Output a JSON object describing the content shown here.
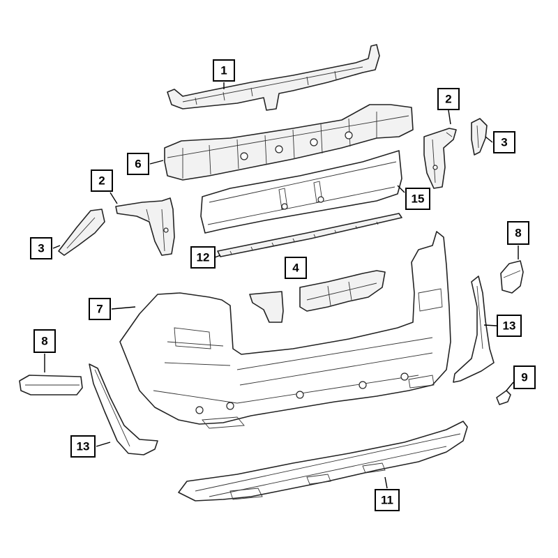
{
  "callouts": {
    "c1": "1",
    "c2a": "2",
    "c2b": "2",
    "c3a": "3",
    "c3b": "3",
    "c4": "4",
    "c6": "6",
    "c7": "7",
    "c8a": "8",
    "c8b": "8",
    "c9": "9",
    "c11": "11",
    "c12": "12",
    "c13a": "13",
    "c13b": "13",
    "c15": "15"
  }
}
